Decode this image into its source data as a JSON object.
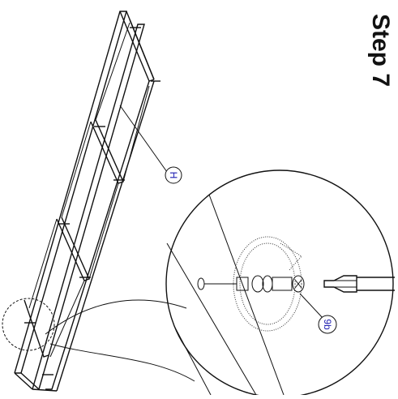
{
  "step": {
    "title": "Step 7"
  },
  "callouts": {
    "panel": "H",
    "part": "9b"
  },
  "icons": {
    "rotation": "rotate-arrow-icon",
    "tool": "screwdriver-icon",
    "fastener": "cam-bolt-icon"
  }
}
